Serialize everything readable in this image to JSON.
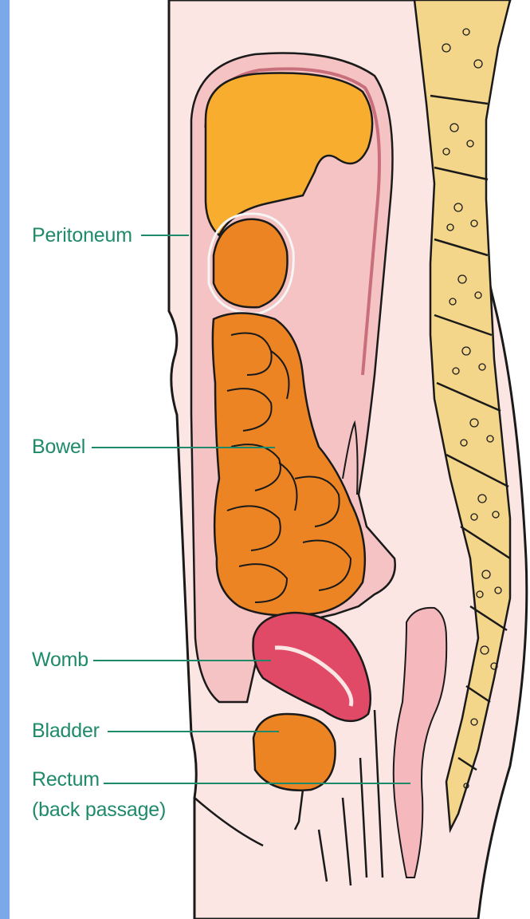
{
  "labels": {
    "peritoneum": "Peritoneum",
    "bowel": "Bowel",
    "womb": "Womb",
    "bladder": "Bladder",
    "rectum": "Rectum",
    "rectum_sub": "(back passage)"
  },
  "colors": {
    "label_text": "#1f8a6a",
    "skin": "#fbe6e4",
    "peritoneum": "#e08a94",
    "liver": "#f8ad2e",
    "bowel": "#ec8424",
    "womb": "#e04a66",
    "rectum": "#f5b8bc",
    "vertebra": "#f4d68a"
  }
}
